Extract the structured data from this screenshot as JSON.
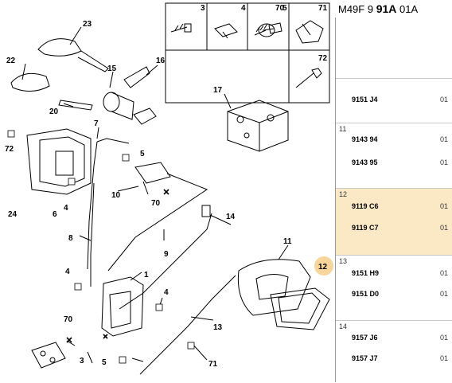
{
  "header": {
    "prefix": "M49F 9 ",
    "bold": "91A",
    "suffix": " 01A"
  },
  "callouts": {
    "c1": "1",
    "c3": "3",
    "c4a": "4",
    "c4b": "4",
    "c4c": "4",
    "c5a": "5",
    "c5b": "5",
    "c6": "6",
    "c7": "7",
    "c8": "8",
    "c9": "9",
    "c10": "10",
    "c11": "11",
    "c12": "12",
    "c13": "13",
    "c14": "14",
    "c15": "15",
    "c16": "16",
    "c17": "17",
    "c20": "20",
    "c22": "22",
    "c23": "23",
    "c24": "24",
    "c70a": "70",
    "c70b": "70",
    "c71": "71",
    "c72": "72"
  },
  "parts_box": {
    "labels": [
      "3",
      "4",
      "5",
      "70",
      "71",
      "72"
    ]
  },
  "rows": [
    {
      "num": "",
      "parts": [
        {
          "ref": "9151 J4",
          "qty": "01"
        }
      ]
    },
    {
      "num": "11",
      "parts": [
        {
          "ref": "9143 94",
          "qty": "01"
        },
        {
          "ref": "9143 95",
          "qty": "01"
        }
      ]
    },
    {
      "num": "12",
      "parts": [
        {
          "ref": "9119 C6",
          "qty": "01"
        },
        {
          "ref": "9119 C7",
          "qty": "01"
        }
      ]
    },
    {
      "num": "13",
      "parts": [
        {
          "ref": "9151 H9",
          "qty": "01"
        },
        {
          "ref": "9151 D0",
          "qty": "01"
        }
      ]
    },
    {
      "num": "14",
      "parts": [
        {
          "ref": "9157 J6",
          "qty": "01"
        },
        {
          "ref": "9157 J7",
          "qty": "01"
        }
      ]
    }
  ],
  "colors": {
    "highlight": "#fbe9c6",
    "callout_circle": "#f8d59a",
    "line": "#000000"
  }
}
